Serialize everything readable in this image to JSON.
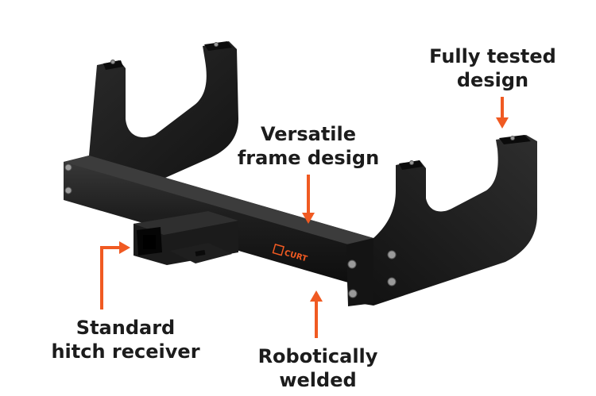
{
  "callouts": {
    "tested": {
      "line1": "Fully tested",
      "line2": "design"
    },
    "frame": {
      "line1": "Versatile",
      "line2": "frame design"
    },
    "receiver": {
      "line1": "Standard",
      "line2": "hitch receiver"
    },
    "welded": {
      "line1": "Robotically",
      "line2": "welded"
    }
  },
  "brand": {
    "logo_text": "CURT"
  },
  "colors": {
    "arrow": "#f05a22",
    "hitch_dark": "#151515",
    "hitch_mid": "#262626",
    "hitch_light": "#3a3a3a",
    "bolt": "#9a9a9a",
    "label": "#1c1c1c"
  }
}
